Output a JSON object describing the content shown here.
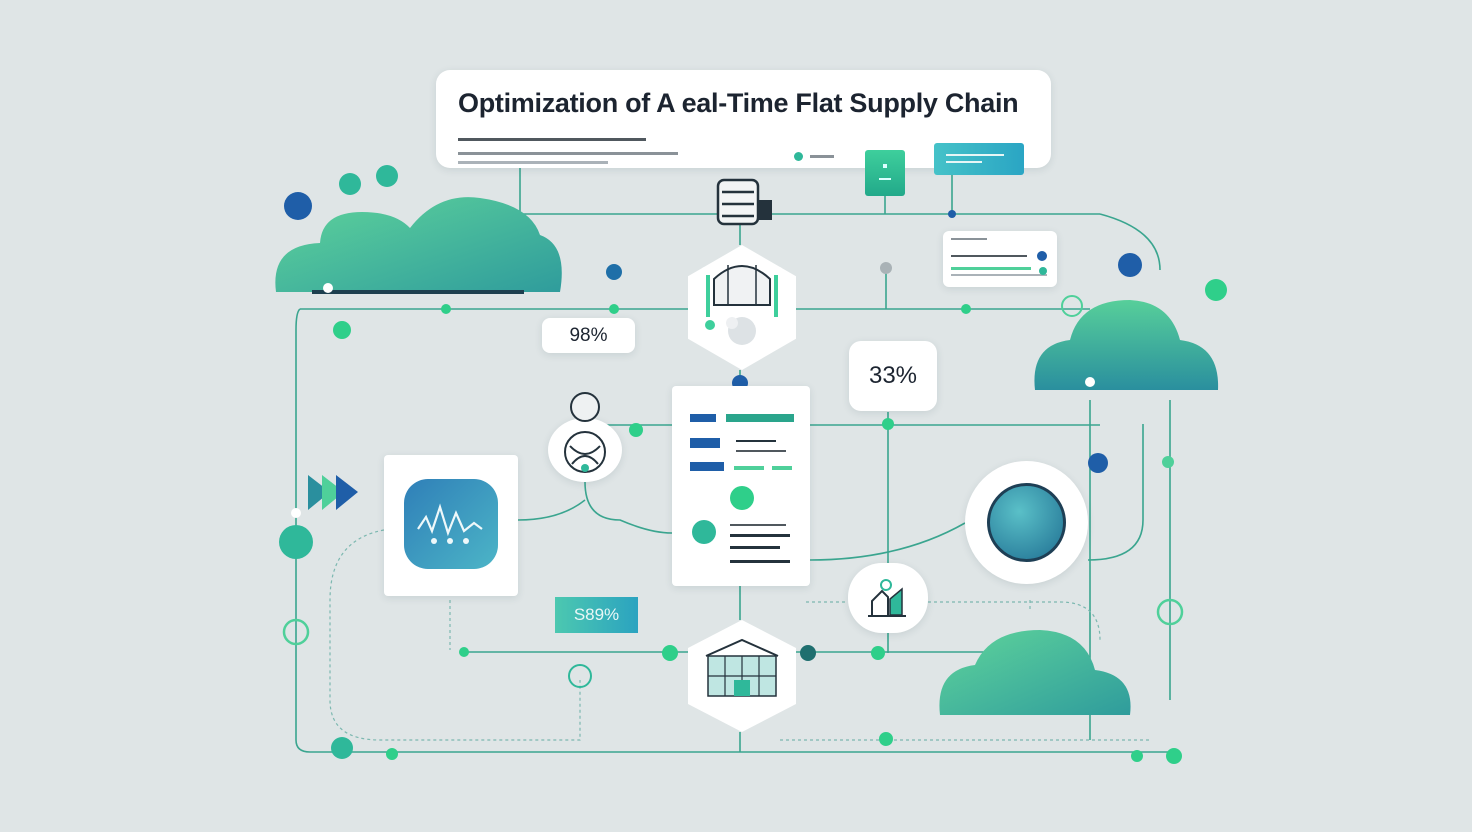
{
  "title": "Optimization of A eal-Time Flat Supply Chain",
  "metrics": {
    "left": "98%",
    "right": "33%",
    "bottom": "S89%"
  },
  "colors": {
    "background": "#dfe5e6",
    "teal": "#2fb89a",
    "blue": "#1f6fa8",
    "green": "#4fd09a",
    "line": "#3aa58f"
  },
  "icons": [
    "cloud-icon",
    "server-icon",
    "robot-icon",
    "document-icon",
    "app-waveform-icon",
    "globe-icon",
    "person-icon",
    "house-icon",
    "building-icon",
    "chevron-icon"
  ]
}
